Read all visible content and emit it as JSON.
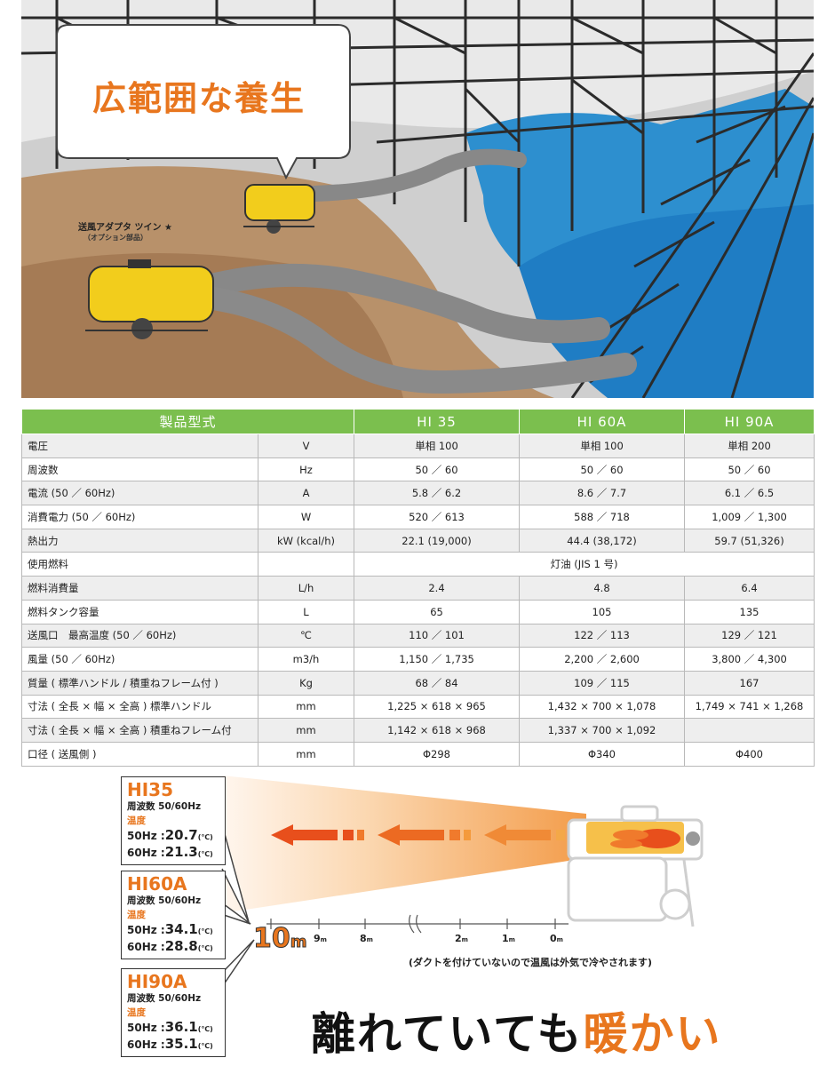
{
  "hero": {
    "bubble_text": "広範囲な養生",
    "adapter_label": "送風アダプタ ツイン ★",
    "adapter_sub": "（オプション部品）"
  },
  "spec": {
    "header": [
      "製品型式",
      "HI 35",
      "HI 60A",
      "HI 90A"
    ],
    "rows": [
      [
        "電圧",
        "V",
        "単相 100",
        "単相 100",
        "単相 200"
      ],
      [
        "周波数",
        "Hz",
        "50 ／ 60",
        "50 ／ 60",
        "50 ／ 60"
      ],
      [
        "電流 (50 ／ 60Hz)",
        "A",
        "5.8 ／ 6.2",
        "8.6 ／ 7.7",
        "6.1 ／ 6.5"
      ],
      [
        "消費電力 (50 ／ 60Hz)",
        "W",
        "520 ／ 613",
        "588 ／ 718",
        "1,009 ／ 1,300"
      ],
      [
        "熱出力",
        "kW (kcal/h)",
        "22.1 (19,000)",
        "44.4 (38,172)",
        "59.7 (51,326)"
      ],
      [
        "使用燃料",
        "",
        "灯油 (JIS 1 号)"
      ],
      [
        "燃料消費量",
        "L/h",
        "2.4",
        "4.8",
        "6.4"
      ],
      [
        "燃料タンク容量",
        "L",
        "65",
        "105",
        "135"
      ],
      [
        "送風口　最高温度 (50 ／ 60Hz)",
        "℃",
        "110 ／ 101",
        "122 ／ 113",
        "129 ／ 121"
      ],
      [
        "風量 (50 ／ 60Hz)",
        "m3/h",
        "1,150 ／ 1,735",
        "2,200 ／ 2,600",
        "3,800 ／ 4,300"
      ],
      [
        "質量 ( 標準ハンドル / 積重ねフレーム付 )",
        "Kg",
        "68 ／ 84",
        "109 ／ 115",
        "167"
      ],
      [
        "寸法 ( 全長 × 幅 × 全高 ) 標準ハンドル",
        "mm",
        "1,225 × 618 × 965",
        "1,432 × 700 × 1,078",
        "1,749 × 741 × 1,268"
      ],
      [
        "寸法 ( 全長 × 幅 × 全高 ) 積重ねフレーム付",
        "mm",
        "1,142 × 618 × 968",
        "1,337 × 700 × 1,092",
        ""
      ],
      [
        "口径 ( 送風側 )",
        "mm",
        "Φ298",
        "Φ340",
        "Φ400"
      ]
    ]
  },
  "boxes": [
    {
      "model": "HI35",
      "freq": "周波数 50/60Hz",
      "temp_label": "温度",
      "t50_prefix": "50Hz :",
      "t50": "20.7",
      "t60_prefix": "60Hz :",
      "t60": "21.3",
      "unit": "(℃)"
    },
    {
      "model": "HI60A",
      "freq": "周波数 50/60Hz",
      "temp_label": "温度",
      "t50_prefix": "50Hz :",
      "t50": "34.1",
      "t60_prefix": "60Hz :",
      "t60": "28.8",
      "unit": "(℃)"
    },
    {
      "model": "HI90A",
      "freq": "周波数 50/60Hz",
      "temp_label": "温度",
      "t50_prefix": "50Hz :",
      "t50": "36.1",
      "t60_prefix": "60Hz :",
      "t60": "35.1",
      "unit": "(℃)"
    }
  ],
  "distance": {
    "ten": "10",
    "unit": "m",
    "labels": [
      "9",
      "8",
      "2",
      "1",
      "0"
    ],
    "note": "(ダクトを付けていないので温風は外気で冷やされます)"
  },
  "headline": {
    "part1": "離れていても",
    "part2": "暖かい"
  }
}
